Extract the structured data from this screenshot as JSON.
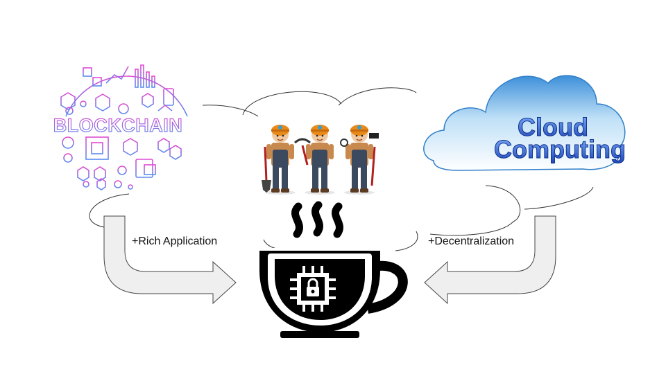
{
  "blockchain": {
    "wordmark": "BLOCKCHAIN",
    "gradient_top": "#e04bd1",
    "gradient_bottom": "#5b8cf0"
  },
  "cloud_computing": {
    "line1": "Cloud",
    "line2": "Computing",
    "cloud_color": "#4aa3e6",
    "text_color": "#1e5fd6"
  },
  "arrows": {
    "left_label": "+Rich Application",
    "right_label": "+Decentralization",
    "fill": "#efefef"
  },
  "miners": {
    "count": 3,
    "tools": [
      "shovel",
      "pickaxe",
      "sledgehammer"
    ]
  },
  "icons": {
    "center": "coffee-cup-with-chip-lock-icon"
  }
}
